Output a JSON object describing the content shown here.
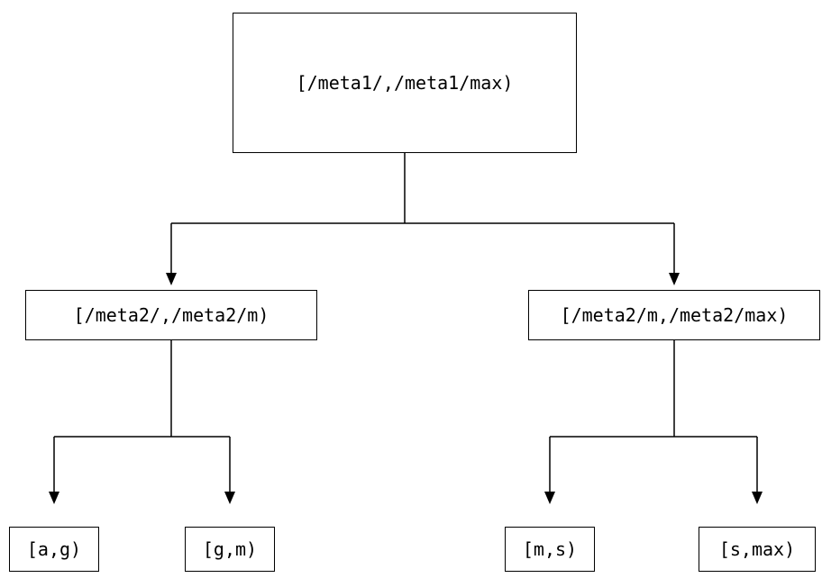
{
  "diagram": {
    "title": "interval-partition-tree",
    "colors": {
      "stroke": "#000000",
      "node_background": "#ffffff",
      "text": "#000000"
    },
    "root": {
      "label": "[/meta1/,/meta1/max)"
    },
    "level2": [
      {
        "label": "[/meta2/,/meta2/m)"
      },
      {
        "label": "[/meta2/m,/meta2/max)"
      }
    ],
    "leaves": [
      {
        "label": "[a,g)"
      },
      {
        "label": "[g,m)"
      },
      {
        "label": "[m,s)"
      },
      {
        "label": "[s,max)"
      }
    ]
  }
}
